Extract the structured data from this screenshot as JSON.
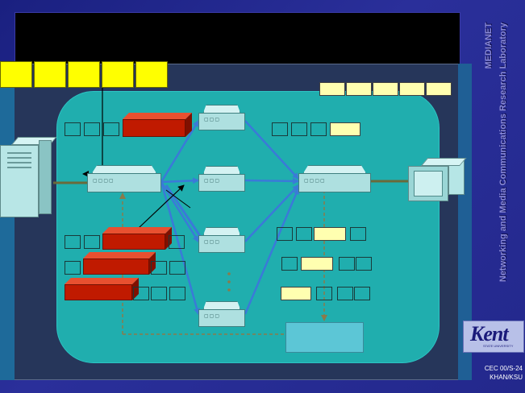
{
  "slide": {
    "title": "",
    "side_label": {
      "lab_name": "MEDIANET",
      "lab_full_name": "Networking and Media Communications Research Laboratory"
    },
    "logo": {
      "text": "Kent",
      "subtext": "STATE UNIVERSITY"
    },
    "footer": {
      "line1": "CEC 00/S-24",
      "line2": "KHAN/KSU"
    }
  },
  "colors": {
    "background": "#23288c",
    "cloud": "#20aeae",
    "packet": "#ffff00",
    "buffer": "#ffffb0",
    "flow_block": "#c01a00",
    "link": "#3a7ad8",
    "arrow": "#000000",
    "feedback": "#8a7a4a"
  },
  "icons": [
    "server-icon",
    "monitor-icon",
    "router-icon",
    "kent-logo"
  ]
}
